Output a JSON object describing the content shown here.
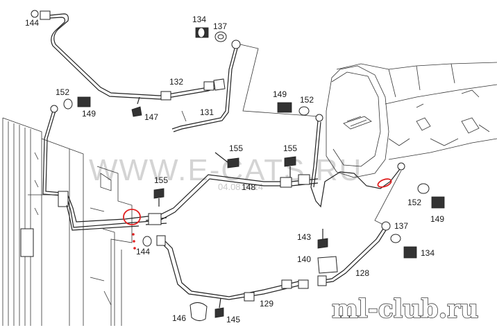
{
  "watermark": {
    "site": "WWW.E-CATS.RU",
    "date": "04.08.2014"
  },
  "brand": "ml-club.ru",
  "labels": {
    "l144a": "144",
    "l134a": "134",
    "l137a": "137",
    "l132": "132",
    "l152a": "152",
    "l149a": "149",
    "l147": "147",
    "l131": "131",
    "l149b": "149",
    "l152b": "152",
    "l155a": "155",
    "l155b": "155",
    "l155c": "155",
    "l148": "148",
    "l152c": "152",
    "l149c": "149",
    "l144b": "144",
    "l143": "143",
    "l140": "140",
    "l137b": "137",
    "l134b": "134",
    "l128": "128",
    "l129": "129",
    "l146": "146",
    "l145": "145"
  },
  "colors": {
    "line": "#222222",
    "highlight": "#e02020",
    "watermark": "#d4d4d4"
  }
}
